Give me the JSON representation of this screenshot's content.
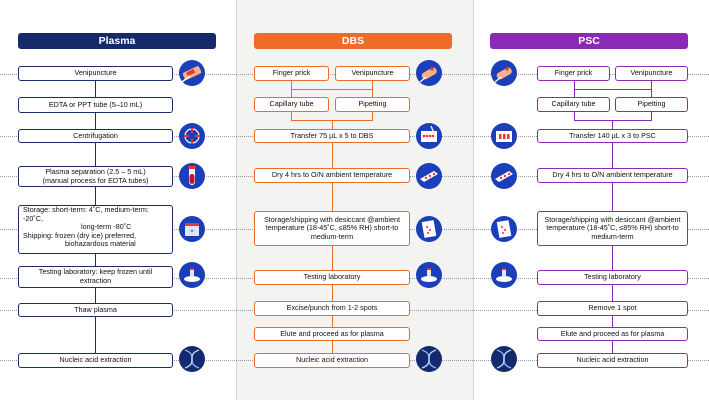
{
  "plasma": {
    "header": "Plasma",
    "color": "#15296b",
    "steps": {
      "venipuncture": "Venipuncture",
      "tube": "EDTA or PPT tube (5–10 mL)",
      "centrifugation": "Centrifugation",
      "separation_1": "Plasma separation (2.5 – 5 mL)",
      "separation_2": "(manual process for EDTA tubes)",
      "storage_1": "Storage: short-term: 4˚C, medium-term: -20˚C,",
      "storage_2": "long-term -80˚C",
      "storage_3": "Shipping: frozen (dry ice) preferred,",
      "storage_4": "biohazardous material",
      "testing_1": "Testing laboratory: keep frozen until",
      "testing_2": "extraction",
      "thaw": "Thaw plasma",
      "extraction": "Nucleic acid extraction"
    }
  },
  "dbs": {
    "header": "DBS",
    "color": "#ef6b2a",
    "steps": {
      "finger_prick": "Finger prick",
      "venipuncture": "Venipuncture",
      "capillary": "Capillary tube",
      "pipetting": "Pipetting",
      "transfer": "Transfer 75 µL x 5 to DBS",
      "dry": "Dry 4 hrs to O/N ambient temperature",
      "storage_1": "Storage/shipping with desiccant @ambient",
      "storage_2": "temperature (18-45˚C, ≤85% RH) short-to",
      "storage_3": "medium-term",
      "testing": "Testing laboratory",
      "excise": "Excise/punch from 1-2 spots",
      "elute": "Elute and proceed as for plasma",
      "extraction": "Nucleic acid extraction"
    }
  },
  "psc": {
    "header": "PSC",
    "color": "#8b2bb5",
    "steps": {
      "finger_prick": "Finger prick",
      "venipuncture": "Venipuncture",
      "capillary": "Capillary tube",
      "pipetting": "Pipetting",
      "transfer": "Transfer 140 µL x 3 to PSC",
      "dry": "Dry 4 hrs to O/N ambient temperature",
      "storage_1": "Storage/shipping with desiccant @ambient",
      "storage_2": "temperature (18-45˚C, ≤85% RH) short-to",
      "storage_3": "medium-term",
      "testing": "Testing laboratory",
      "remove": "Remove 1 spot",
      "elute": "Elute and proceed as for plasma",
      "extraction": "Nucleic acid extraction"
    }
  },
  "icons": [
    "venipuncture-icon",
    "centrifuge-icon",
    "blood-tube-icon",
    "freezer-icon",
    "lab-analyzer-icon",
    "dna-helix-icon",
    "finger-prick-icon",
    "pipette-card-icon",
    "drying-card-icon",
    "desiccant-bag-icon",
    "psc-card-icon"
  ]
}
